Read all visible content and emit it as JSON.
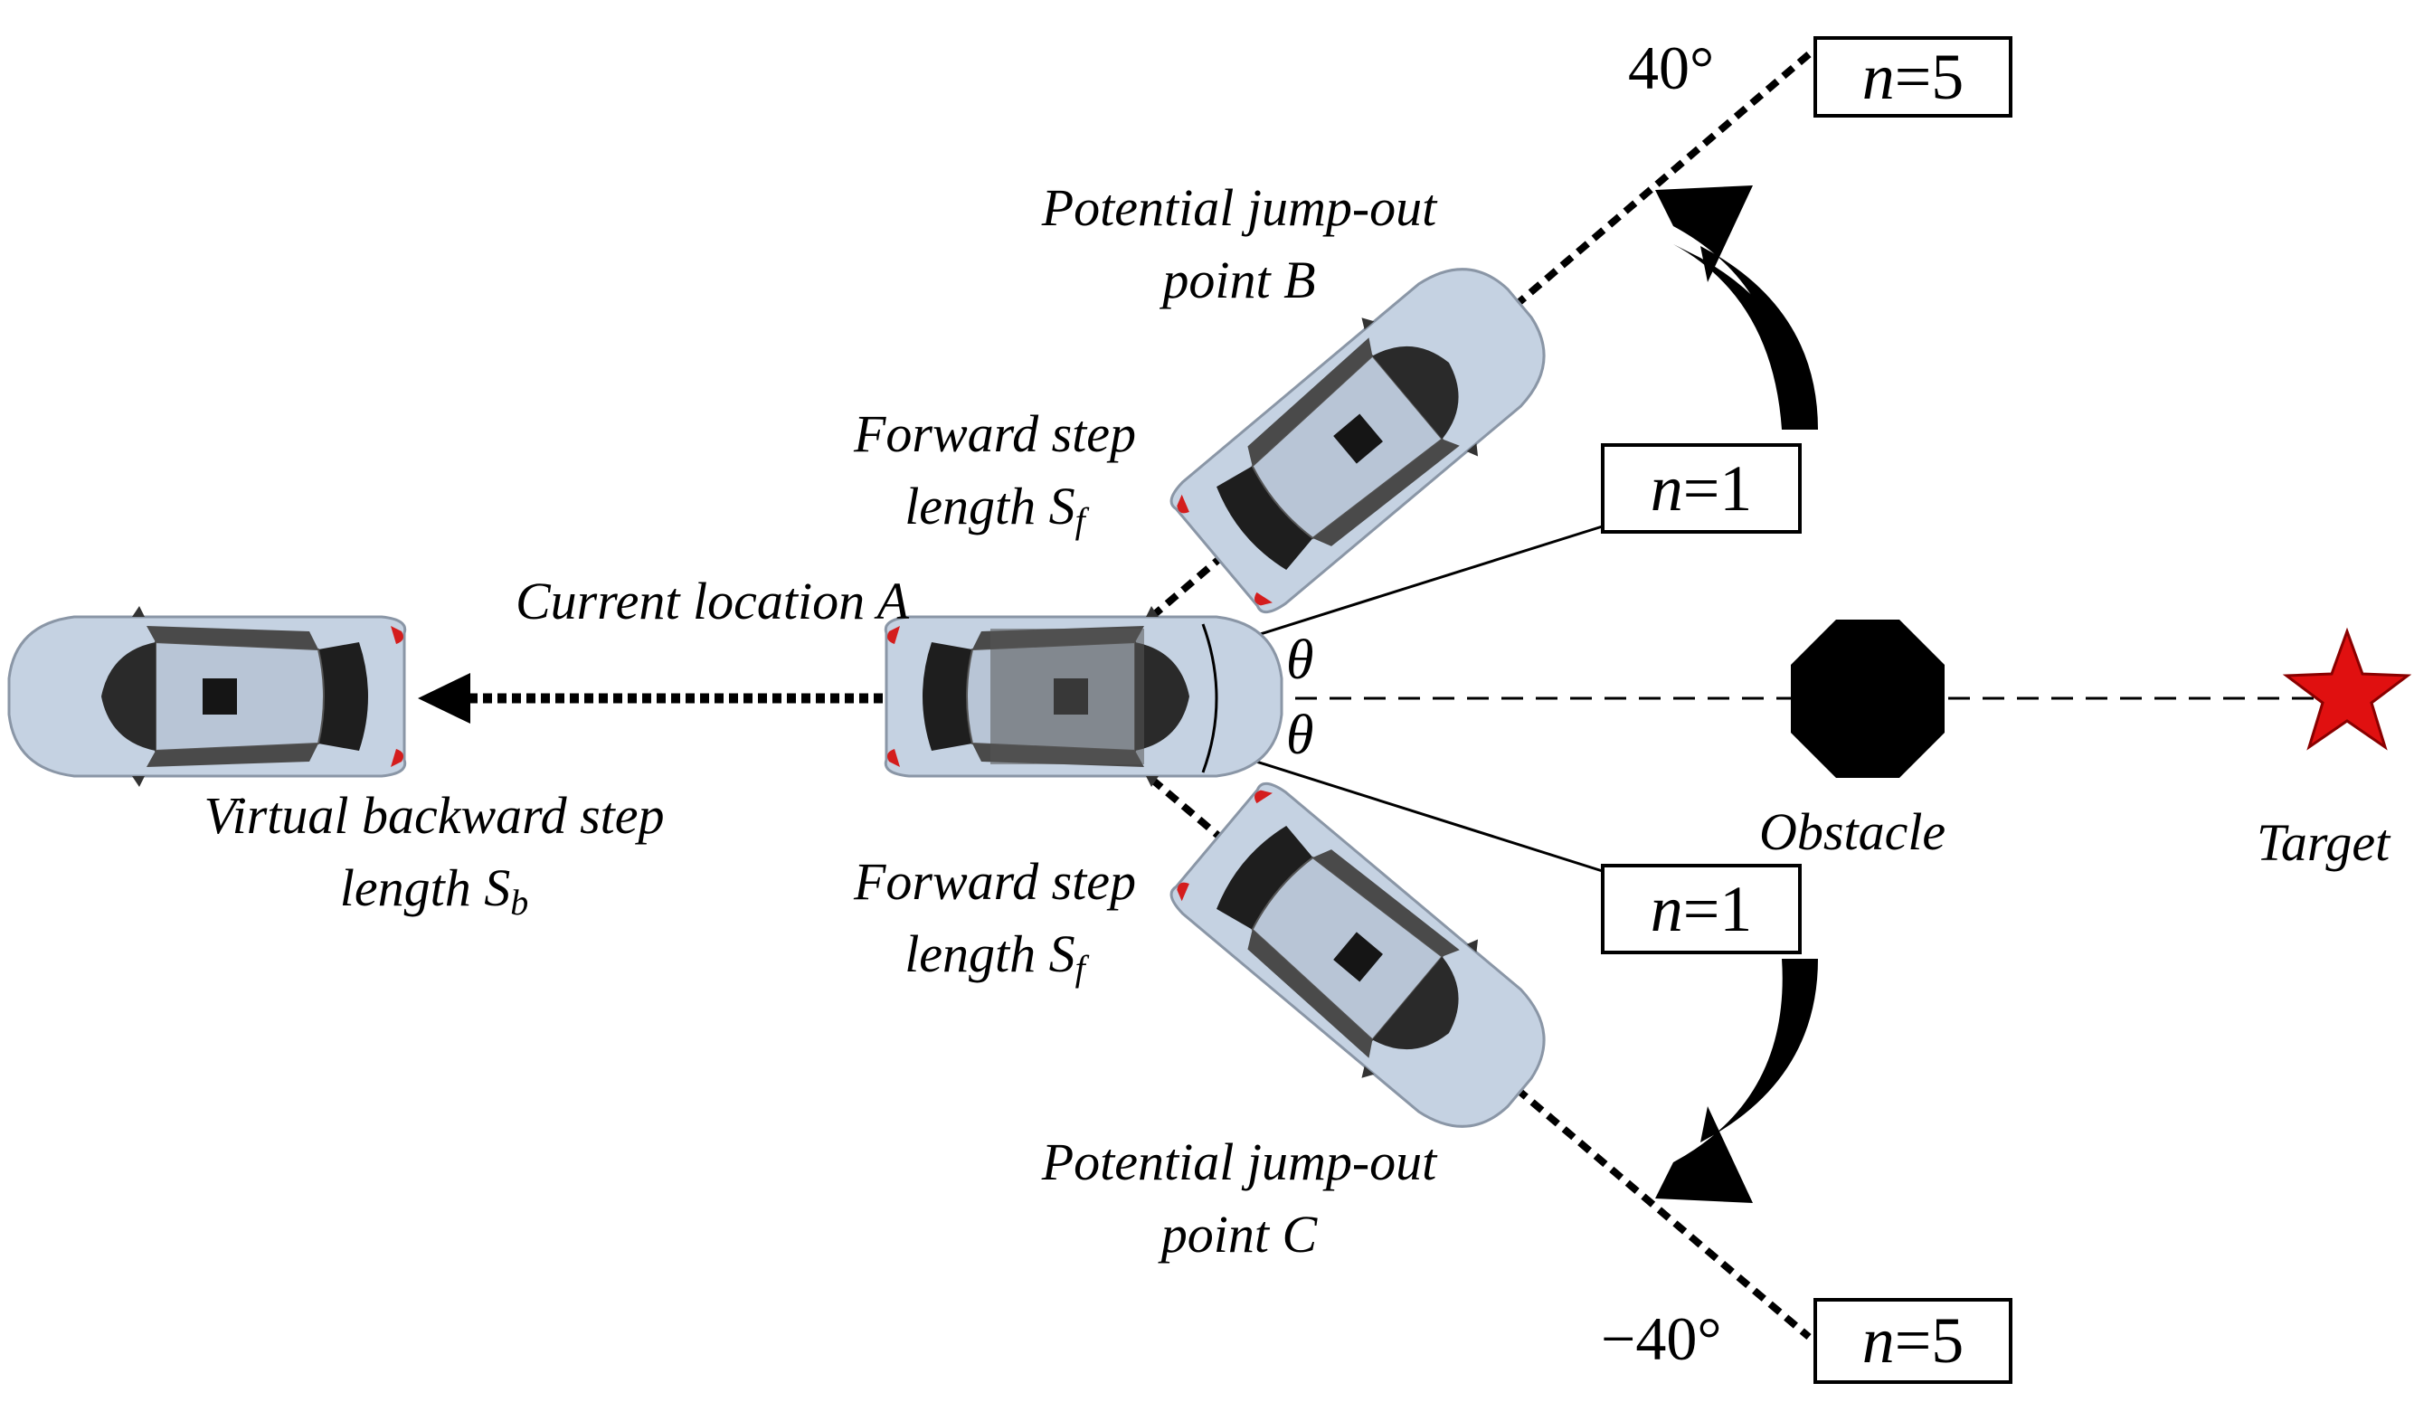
{
  "labels": {
    "current_location": "Current location A",
    "forward_step_line1": "Forward step",
    "forward_step_line2": "length S",
    "forward_step_sub": "f",
    "potential_b_line1": "Potential jump-out",
    "potential_b_line2": "point B",
    "potential_c_line1": "Potential jump-out",
    "potential_c_line2": "point C",
    "virtual_backward_line1": "Virtual backward step",
    "virtual_backward_line2": "length S",
    "virtual_backward_sub": "b",
    "obstacle": "Obstacle",
    "target": "Target",
    "theta": "θ"
  },
  "angles": {
    "upper": "40°",
    "lower": "−40°"
  },
  "n_boxes": {
    "top": {
      "var": "n",
      "val": "=5"
    },
    "upper_mid": {
      "var": "n",
      "val": "=1"
    },
    "lower_mid": {
      "var": "n",
      "val": "=1"
    },
    "bottom": {
      "var": "n",
      "val": "=5"
    }
  },
  "colors": {
    "car_body": "#c5d2e2",
    "car_glass": "#3a3a3a",
    "car_dark": "#1e1e1e",
    "tail_light": "#d41d1d",
    "target_star": "#e01010",
    "obstacle": "#000000"
  },
  "icons": {
    "car": "car-topview-icon",
    "obstacle": "octagon-obstacle-icon",
    "target": "star-target-icon",
    "rotate_arrow": "curved-arrow-icon"
  }
}
